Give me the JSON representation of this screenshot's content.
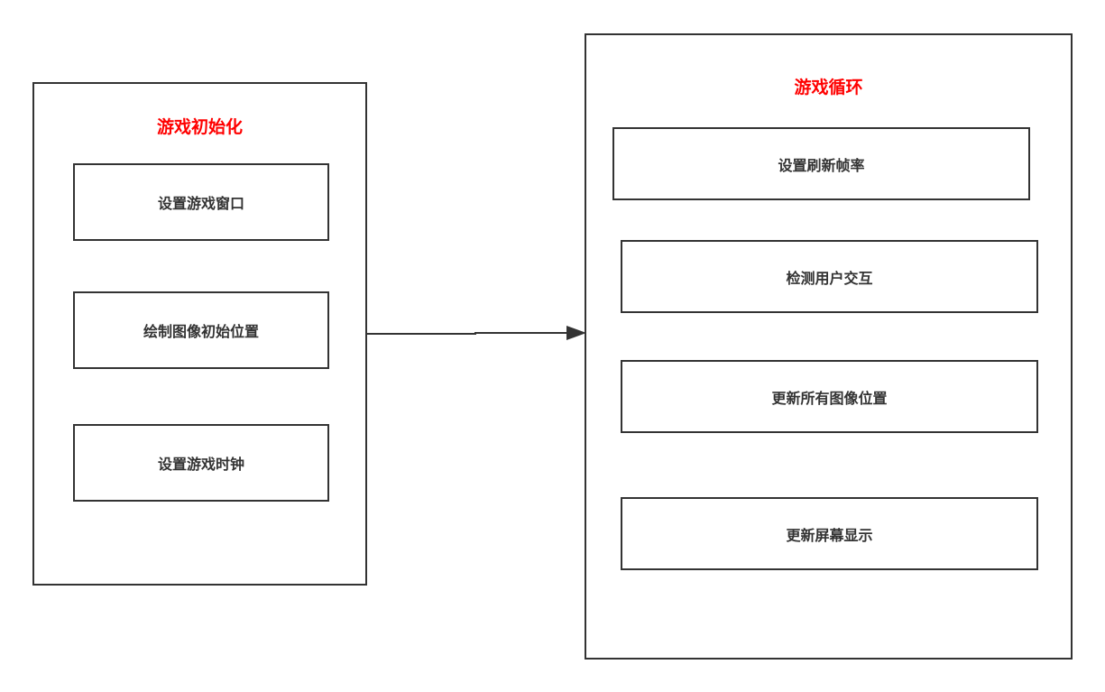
{
  "init_group": {
    "title": "游戏初始化",
    "steps": [
      "设置游戏窗口",
      "绘制图像初始位置",
      "设置游戏时钟"
    ]
  },
  "loop_group": {
    "title": "游戏循环",
    "steps": [
      "设置刷新帧率",
      "检测用户交互",
      "更新所有图像位置",
      "更新屏幕显示"
    ]
  },
  "colors": {
    "title": "#ff0000",
    "border": "#333333",
    "text": "#333333"
  },
  "connector": {
    "icon": "arrow-right-icon"
  }
}
